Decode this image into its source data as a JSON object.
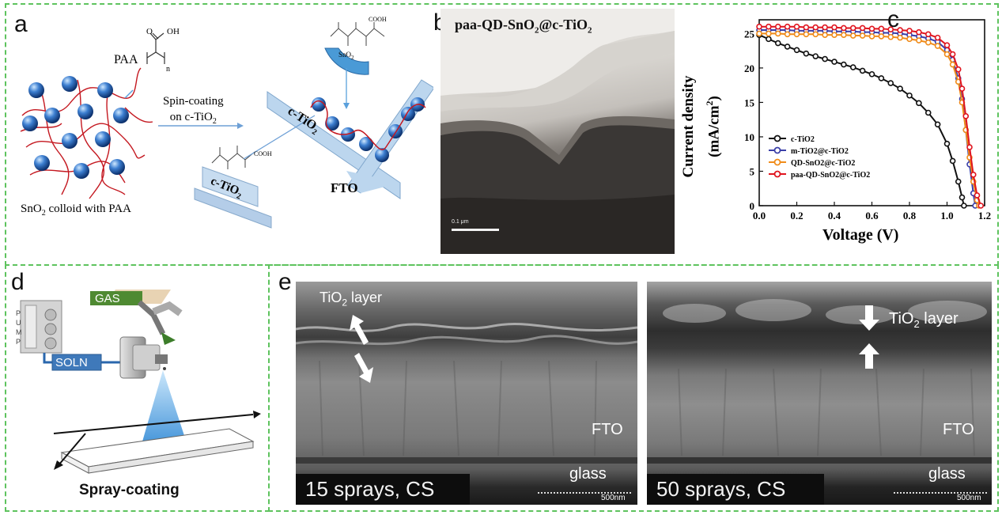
{
  "panels": {
    "a": {
      "letter": "a",
      "paa_label": "PAA",
      "paa_oh": "OH",
      "paa_o": "O",
      "paa_n": "n",
      "spin_line1": "Spin-coating",
      "spin_line2_pre": "on c-TiO",
      "spin_line2_sub": "2",
      "colloid_pre": "SnO",
      "colloid_sub": "2",
      "colloid_post": " colloid with PAA",
      "ctio2_main": "c-TiO",
      "ctio2_sub": "2",
      "ctio2_lower": "c-TiO",
      "ctio2_lower_sub": "2",
      "fto": "FTO",
      "sno2_tag": "SnO",
      "sno2_tag_sub": "2",
      "cooh": "COOH"
    },
    "b": {
      "letter": "b",
      "title_pre": "paa-QD-SnO",
      "title_sub1": "2",
      "title_mid": "@c-TiO",
      "title_sub2": "2",
      "scale": "0.1 μm"
    },
    "c": {
      "letter": "c",
      "ylabel_line1": "Current density",
      "ylabel_line2_pre": "(mA/cm",
      "ylabel_line2_sup": "2",
      "ylabel_line2_post": ")",
      "xlabel": "Voltage (V)"
    },
    "d": {
      "letter": "d",
      "pump": "PUMP",
      "gas": "GAS",
      "soln": "SOLN",
      "caption": "Spray-coating"
    },
    "e": {
      "letter": "e",
      "left": {
        "layer_pre": "TiO",
        "layer_sub": "2",
        "layer_post": " layer",
        "fto": "FTO",
        "glass": "glass",
        "caption": "15 sprays, CS",
        "scale": "500nm"
      },
      "right": {
        "layer_pre": "TiO",
        "layer_sub": "2",
        "layer_post": " layer",
        "fto": "FTO",
        "glass": "glass",
        "caption": "50 sprays, CS",
        "scale": "500nm"
      }
    }
  },
  "chart_data": {
    "type": "line",
    "title": "",
    "xlabel": "Voltage (V)",
    "ylabel": "Current density (mA/cm2)",
    "xlim": [
      0.0,
      1.2
    ],
    "ylim": [
      0,
      27
    ],
    "xticks": [
      "0.0",
      "0.2",
      "0.4",
      "0.6",
      "0.8",
      "1.0",
      "1.2"
    ],
    "yticks": [
      "0",
      "5",
      "10",
      "15",
      "20",
      "25"
    ],
    "legend_position": "bottom-left",
    "series": [
      {
        "name": "c-TiO2",
        "color": "#111111",
        "x": [
          0.0,
          0.05,
          0.1,
          0.15,
          0.2,
          0.25,
          0.3,
          0.35,
          0.4,
          0.45,
          0.5,
          0.55,
          0.6,
          0.65,
          0.7,
          0.75,
          0.8,
          0.85,
          0.9,
          0.95,
          1.0,
          1.03,
          1.06,
          1.08,
          1.09
        ],
        "y": [
          24.8,
          24.2,
          23.6,
          23.1,
          22.6,
          22.1,
          21.7,
          21.3,
          20.9,
          20.5,
          20.1,
          19.6,
          19.1,
          18.5,
          17.8,
          17.0,
          16.0,
          14.9,
          13.5,
          11.8,
          9.0,
          6.5,
          3.5,
          1.2,
          0.0
        ]
      },
      {
        "name": "m-TiO2@c-TiO2",
        "color": "#3a3fa8",
        "x": [
          0.0,
          0.05,
          0.1,
          0.15,
          0.2,
          0.25,
          0.3,
          0.35,
          0.4,
          0.45,
          0.5,
          0.55,
          0.6,
          0.65,
          0.7,
          0.75,
          0.8,
          0.85,
          0.9,
          0.95,
          1.0,
          1.03,
          1.06,
          1.08,
          1.1,
          1.12,
          1.14,
          1.15
        ],
        "y": [
          25.5,
          25.5,
          25.5,
          25.5,
          25.4,
          25.4,
          25.4,
          25.4,
          25.3,
          25.3,
          25.3,
          25.2,
          25.2,
          25.1,
          25.1,
          25.0,
          24.8,
          24.6,
          24.3,
          23.8,
          22.6,
          21.2,
          18.5,
          15.5,
          11.0,
          6.0,
          1.8,
          0.0
        ]
      },
      {
        "name": "QD-SnO2@c-TiO2",
        "color": "#f08c1a",
        "x": [
          0.0,
          0.05,
          0.1,
          0.15,
          0.2,
          0.25,
          0.3,
          0.35,
          0.4,
          0.45,
          0.5,
          0.55,
          0.6,
          0.65,
          0.7,
          0.75,
          0.8,
          0.85,
          0.9,
          0.95,
          1.0,
          1.03,
          1.06,
          1.08,
          1.1,
          1.12,
          1.14,
          1.16,
          1.17
        ],
        "y": [
          25.0,
          25.0,
          25.0,
          24.9,
          24.9,
          24.9,
          24.9,
          24.8,
          24.8,
          24.8,
          24.7,
          24.7,
          24.6,
          24.6,
          24.5,
          24.4,
          24.2,
          24.0,
          23.7,
          23.2,
          22.0,
          20.5,
          18.0,
          15.0,
          11.0,
          7.0,
          3.5,
          0.8,
          0.0
        ]
      },
      {
        "name": "paa-QD-SnO2@c-TiO2",
        "color": "#e0141e",
        "x": [
          0.0,
          0.05,
          0.1,
          0.15,
          0.2,
          0.25,
          0.3,
          0.35,
          0.4,
          0.45,
          0.5,
          0.55,
          0.6,
          0.65,
          0.7,
          0.75,
          0.8,
          0.85,
          0.9,
          0.95,
          1.0,
          1.03,
          1.06,
          1.08,
          1.1,
          1.12,
          1.14,
          1.16,
          1.18
        ],
        "y": [
          26.0,
          26.0,
          26.0,
          26.0,
          26.0,
          25.9,
          25.9,
          25.9,
          25.9,
          25.8,
          25.8,
          25.8,
          25.7,
          25.7,
          25.6,
          25.5,
          25.4,
          25.2,
          24.9,
          24.4,
          23.3,
          22.0,
          19.8,
          17.0,
          13.0,
          8.5,
          4.5,
          1.5,
          0.0
        ]
      }
    ]
  }
}
